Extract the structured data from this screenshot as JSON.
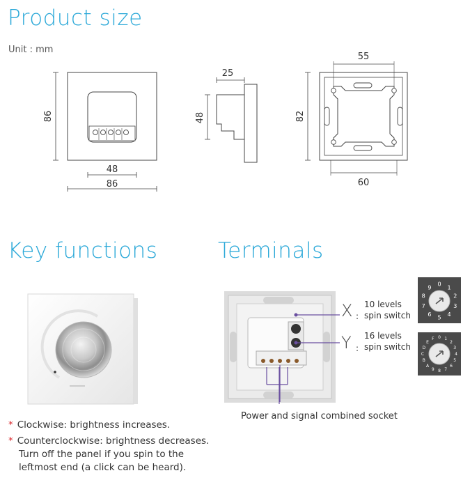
{
  "sections": {
    "product_size": "Product size",
    "key_functions": "Key functions",
    "terminals": "Terminals"
  },
  "unit": "Unit : mm",
  "dimensions": {
    "front_height": "86",
    "front_inner_width": "48",
    "front_width": "86",
    "side_depth": "25",
    "side_height": "48",
    "back_height": "82",
    "back_top_width": "55",
    "back_bottom_width": "60"
  },
  "terminals": {
    "x_letter": "X",
    "x_label_1": "10 levels",
    "x_label_2": "spin switch",
    "y_letter": "Y",
    "y_label_1": "16 levels",
    "y_label_2": "spin switch",
    "socket_label": "Power and signal combined socket",
    "dial_10_digits": [
      "0",
      "1",
      "2",
      "3",
      "4",
      "5",
      "6",
      "7",
      "8",
      "9"
    ],
    "dial_16_digits": [
      "0",
      "1",
      "2",
      "3",
      "4",
      "5",
      "6",
      "7",
      "8",
      "9",
      "A",
      "B",
      "C",
      "D",
      "E",
      "F"
    ]
  },
  "notes": [
    {
      "star": "*",
      "text": "Clockwise: brightness increases."
    },
    {
      "star": "*",
      "text": "Counterclockwise: brightness decreases."
    },
    {
      "star": "",
      "text": "Turn off the panel if you spin to the"
    },
    {
      "star": "",
      "text": "leftmost end (a click can be heard)."
    }
  ],
  "colors": {
    "heading": "#2aa8d8",
    "star": "#d9262a",
    "callout": "#6a4fa0",
    "dial_bg": "#4a4a4a"
  }
}
